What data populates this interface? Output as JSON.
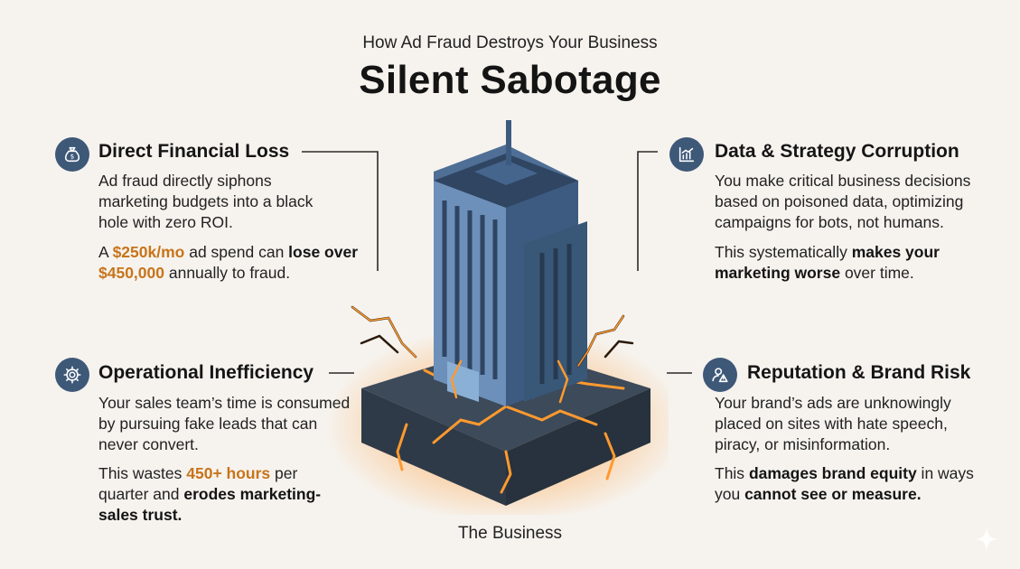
{
  "header": {
    "subtitle": "How Ad Fraud Destroys Your Business",
    "title": "Silent Sabotage"
  },
  "sections": {
    "financial": {
      "icon": "money-bag-icon",
      "heading": "Direct Financial Loss",
      "body": "Ad fraud directly siphons marketing budgets into a black hole with zero ROI.",
      "stat_prefix": "A ",
      "stat_amount_1": "$250k/mo",
      "stat_middle_1": " ad spend can ",
      "stat_bold_1": "lose over ",
      "stat_amount_2": "$450,000",
      "stat_suffix": " annually to fraud."
    },
    "data": {
      "icon": "chart-icon",
      "heading": "Data & Strategy Corruption",
      "body": "You make critical business decisions based on poisoned data, optimizing campaigns for bots, not humans.",
      "stat_prefix": "This systematically ",
      "stat_bold": "makes your marketing worse",
      "stat_suffix": " over time."
    },
    "operational": {
      "icon": "gear-icon",
      "heading": "Operational Inefficiency",
      "body": "Your sales team’s time is consumed by pursuing fake leads that can never convert.",
      "stat_prefix": "This wastes ",
      "stat_amount": "450+ hours",
      "stat_middle": " per quarter and ",
      "stat_bold": "erodes marketing-sales trust."
    },
    "reputation": {
      "icon": "user-warning-icon",
      "heading": "Reputation & Brand Risk",
      "body": "Your brand’s ads are unknowingly placed on sites with hate speech, piracy, or misinformation.",
      "stat_prefix": "This ",
      "stat_bold_1": "damages brand equity",
      "stat_middle": " in ways you ",
      "stat_bold_2": "cannot see or measure."
    }
  },
  "illustration": {
    "caption": "The Business"
  },
  "colors": {
    "background": "#f6f3ee",
    "icon_circle": "#3e5878",
    "accent_orange": "#c8741a",
    "building_blue": "#4f6f96"
  }
}
